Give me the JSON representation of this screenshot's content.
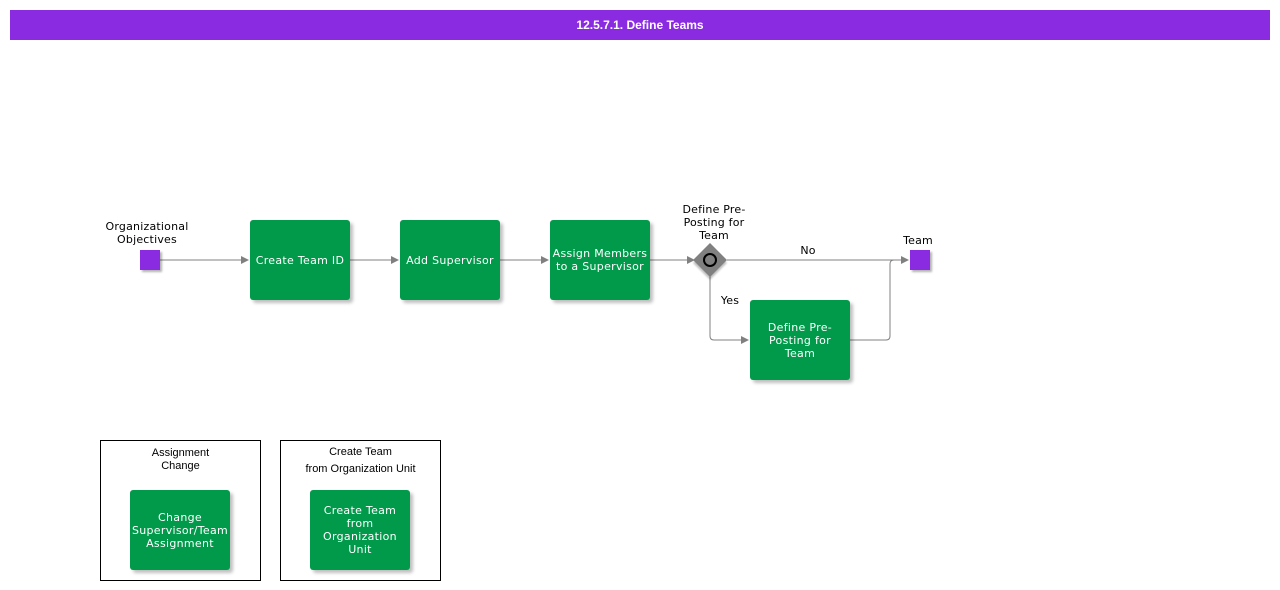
{
  "diagram": {
    "title": "12.5.7.1. Define Teams",
    "start_event_label": "Organizational\nObjectives",
    "end_event_label": "Team",
    "tasks": [
      {
        "label": "Create Team ID"
      },
      {
        "label": "Add Supervisor"
      },
      {
        "label": "Assign Members\nto a Supervisor"
      },
      {
        "label": "Define Pre-\nPosting for\nTeam"
      }
    ],
    "gateway_label": "Define Pre-\nPosting for\nTeam",
    "edge_labels": {
      "no": "No",
      "yes": "Yes"
    },
    "groups": [
      {
        "title_line1": "Assignment",
        "title_line2": "Change",
        "task": "Change\nSupervisor/Team\nAssignment"
      },
      {
        "title_line1": "Create Team",
        "title_line2": "from Organization Unit",
        "task": "Create Team\nfrom\nOrganization\nUnit"
      }
    ],
    "colors": {
      "header": "#8a2be2",
      "task": "#009a4a",
      "event": "#8a2be2",
      "gateway": "#808080",
      "edge": "#808080"
    }
  }
}
